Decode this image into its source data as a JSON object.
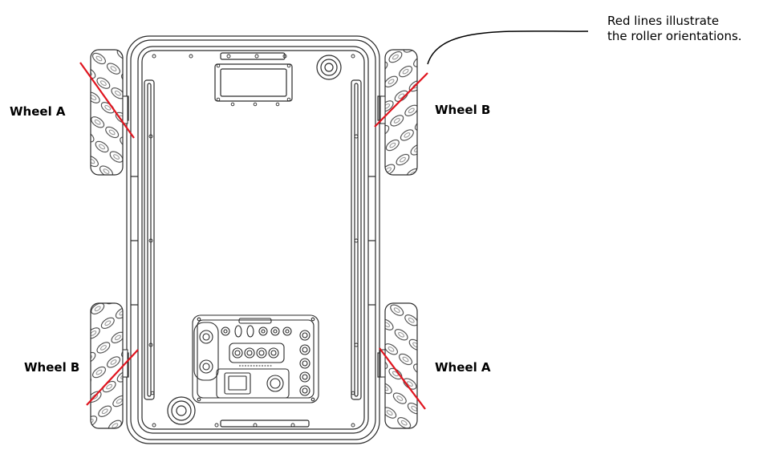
{
  "labels": {
    "front_left": "Wheel A",
    "front_right": "Wheel B",
    "rear_left": "Wheel B",
    "rear_right": "Wheel A"
  },
  "annotation": {
    "line1": "Red lines illustrate",
    "line2": "the roller orientations."
  },
  "colors": {
    "roller_line": "#e0141e",
    "drawing": "#2a2a2a",
    "background": "#ffffff"
  }
}
